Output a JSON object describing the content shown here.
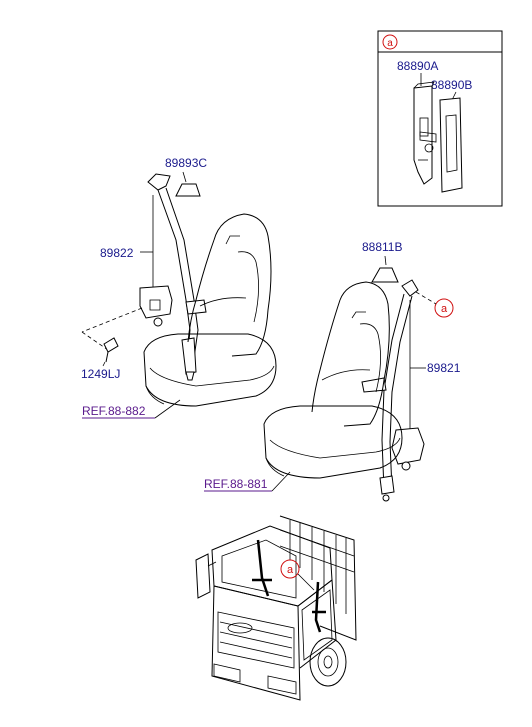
{
  "callouts": {
    "inset_marker": "a",
    "seat_marker": "a",
    "truck_marker": "a"
  },
  "labels": {
    "p88890A": "88890A",
    "p88890B": "88890B",
    "p89893C": "89893C",
    "p89822": "89822",
    "p1249LJ": "1249LJ",
    "p88811B": "88811B",
    "p89821": "89821"
  },
  "references": {
    "ref_left": "REF.88-882",
    "ref_right": "REF.88-881"
  },
  "colors": {
    "label": "#1a1a8c",
    "reference": "#5a1a8c",
    "callout": "#d01010"
  }
}
